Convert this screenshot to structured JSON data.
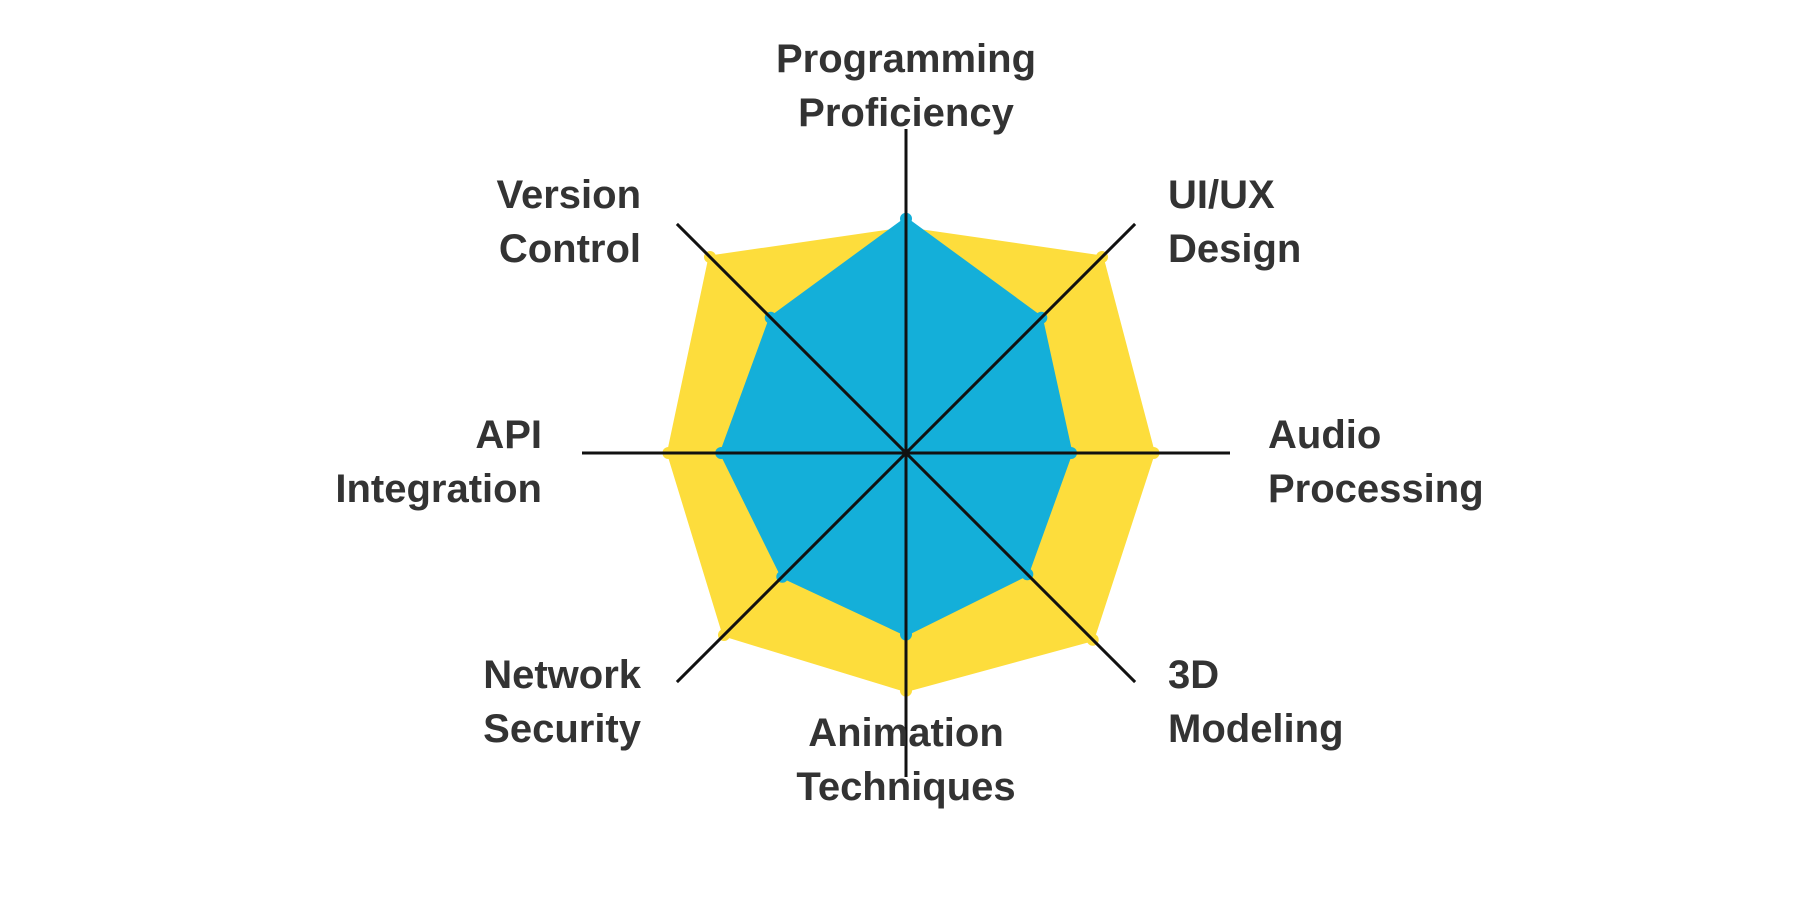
{
  "chart_data": {
    "type": "radar",
    "title": "",
    "categories": [
      [
        "Programming",
        "Proficiency"
      ],
      [
        "UI/UX",
        "Design"
      ],
      [
        "Audio",
        "Processing"
      ],
      [
        "3D",
        "Modeling"
      ],
      [
        "Animation",
        "Techniques"
      ],
      [
        "Network",
        "Security"
      ],
      [
        "API",
        "Integration"
      ],
      [
        "Version",
        "Control"
      ]
    ],
    "range": [
      0,
      100
    ],
    "series": [
      {
        "color": "#FDDD3C",
        "values": [
          68,
          84,
          75,
          80,
          72,
          78,
          72,
          84
        ]
      },
      {
        "color": "#14AFD9",
        "values": [
          71,
          58,
          50,
          52,
          55,
          53,
          56,
          58
        ]
      }
    ],
    "grid": false,
    "legend": "none"
  },
  "colors": {
    "axis": "#111111",
    "label": "#333333"
  }
}
